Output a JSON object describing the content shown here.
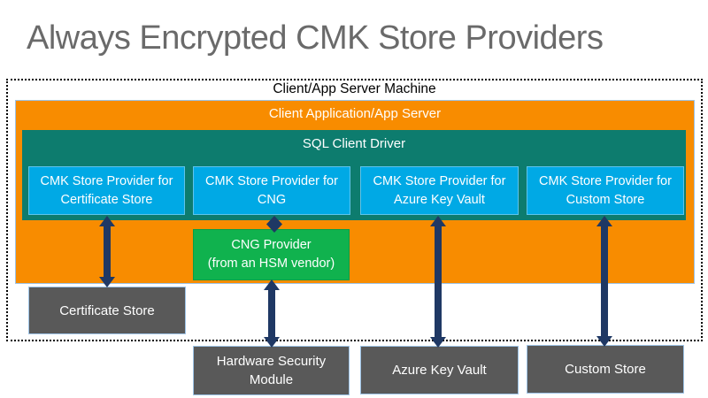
{
  "title": "Always Encrypted CMK Store Providers",
  "colors": {
    "orange_app_server": "#F88C00",
    "teal_sql_driver": "#0D7C6E",
    "blue_provider": "#00A9E5",
    "green_cng_provider": "#10B24E",
    "gray_store": "#595959",
    "navy_arrow": "#1F3864",
    "light_border": "#9DC3E6",
    "title_gray": "#6a6a6a"
  },
  "machine": {
    "label": "Client/App Server Machine",
    "app_server": {
      "label": "Client Application/App Server",
      "sql_driver": {
        "label": "SQL Client Driver",
        "providers": [
          {
            "line1": "CMK Store Provider for",
            "line2": "Certificate Store"
          },
          {
            "line1": "CMK Store Provider for",
            "line2": "CNG"
          },
          {
            "line1": "CMK Store Provider for",
            "line2": "Azure Key Vault"
          },
          {
            "line1": "CMK Store Provider for",
            "line2": "Custom Store"
          }
        ]
      },
      "cng_provider": {
        "line1": "CNG Provider",
        "line2": "(from an HSM vendor)"
      }
    },
    "certificate_store": {
      "label": "Certificate Store"
    }
  },
  "external_stores": [
    {
      "label": "Hardware Security Module"
    },
    {
      "label": "Azure Key Vault"
    },
    {
      "label": "Custom Store"
    }
  ],
  "connections": [
    {
      "from": "CMK Store Provider for Certificate Store",
      "to": "Certificate Store",
      "bidirectional": true
    },
    {
      "from": "CMK Store Provider for CNG",
      "to": "CNG Provider (from an HSM vendor)",
      "bidirectional": true
    },
    {
      "from": "CNG Provider (from an HSM vendor)",
      "to": "Hardware Security Module",
      "bidirectional": true
    },
    {
      "from": "CMK Store Provider for Azure Key Vault",
      "to": "Azure Key Vault",
      "bidirectional": true
    },
    {
      "from": "CMK Store Provider for Custom Store",
      "to": "Custom Store",
      "bidirectional": true
    }
  ]
}
